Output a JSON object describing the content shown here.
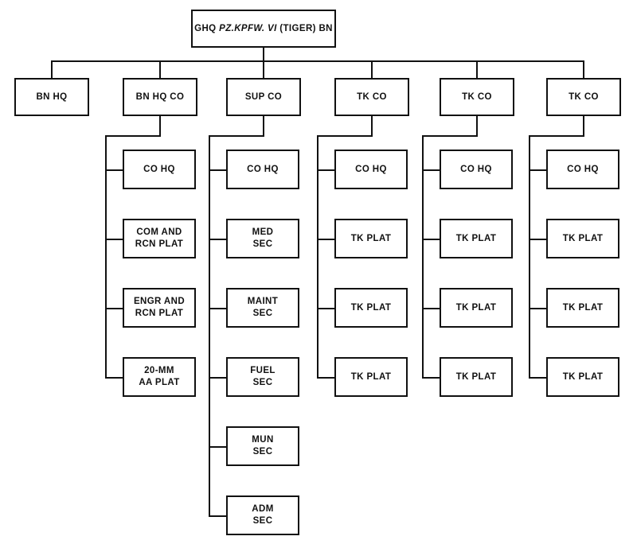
{
  "root": {
    "prefix": "GHQ",
    "model": "PZ.KPFW. VI",
    "suffix": "(TIGER) BN"
  },
  "units": [
    {
      "label": "BN HQ",
      "subunits": []
    },
    {
      "label": "BN HQ CO",
      "subunits": [
        {
          "lines": [
            "CO HQ"
          ]
        },
        {
          "lines": [
            "COM AND",
            "RCN PLAT"
          ]
        },
        {
          "lines": [
            "ENGR AND",
            "RCN PLAT"
          ]
        },
        {
          "lines": [
            "20-MM",
            "AA PLAT"
          ]
        }
      ]
    },
    {
      "label": "SUP CO",
      "subunits": [
        {
          "lines": [
            "CO HQ"
          ]
        },
        {
          "lines": [
            "MED",
            "SEC"
          ]
        },
        {
          "lines": [
            "MAINT",
            "SEC"
          ]
        },
        {
          "lines": [
            "FUEL",
            "SEC"
          ]
        },
        {
          "lines": [
            "MUN",
            "SEC"
          ]
        },
        {
          "lines": [
            "ADM",
            "SEC"
          ]
        }
      ]
    },
    {
      "label": "TK CO",
      "subunits": [
        {
          "lines": [
            "CO HQ"
          ]
        },
        {
          "lines": [
            "TK PLAT"
          ]
        },
        {
          "lines": [
            "TK PLAT"
          ]
        },
        {
          "lines": [
            "TK PLAT"
          ]
        }
      ]
    },
    {
      "label": "TK CO",
      "subunits": [
        {
          "lines": [
            "CO HQ"
          ]
        },
        {
          "lines": [
            "TK PLAT"
          ]
        },
        {
          "lines": [
            "TK PLAT"
          ]
        },
        {
          "lines": [
            "TK PLAT"
          ]
        }
      ]
    },
    {
      "label": "TK CO",
      "subunits": [
        {
          "lines": [
            "CO HQ"
          ]
        },
        {
          "lines": [
            "TK PLAT"
          ]
        },
        {
          "lines": [
            "TK PLAT"
          ]
        },
        {
          "lines": [
            "TK PLAT"
          ]
        }
      ]
    }
  ]
}
